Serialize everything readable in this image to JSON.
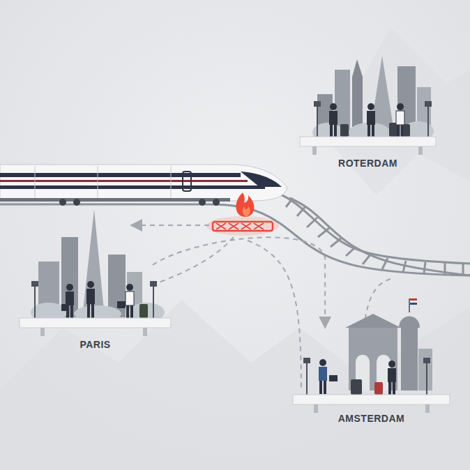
{
  "diagram": {
    "nodes": [
      {
        "text": [
          "ROTERDAM"
        ]
      },
      {
        "text": [
          "PARIS"
        ]
      },
      {
        "text": [
          "AMSTERDAM"
        ]
      }
    ],
    "edges": [
      {
        "from": 1,
        "to": 2,
        "arrow": "to"
      }
    ]
  }
}
